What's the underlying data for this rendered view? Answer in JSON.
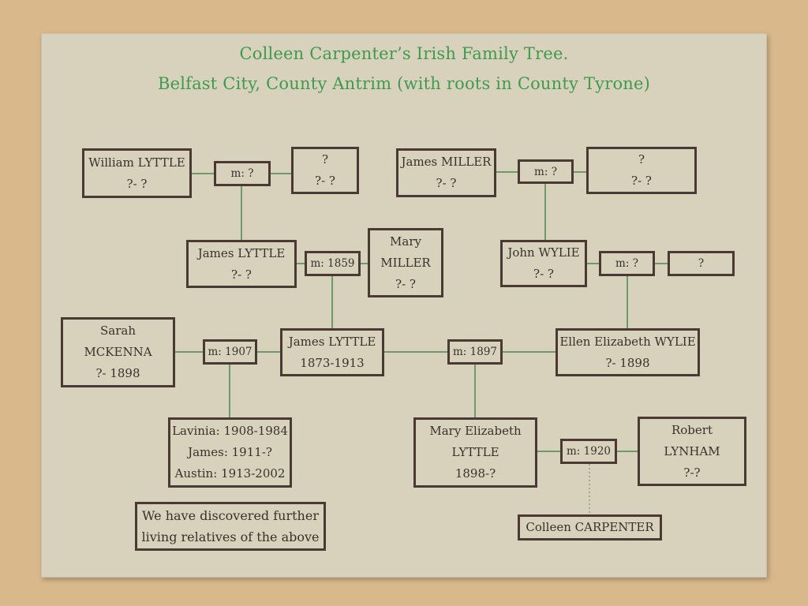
{
  "title": {
    "line1": "Colleen Carpenter’s Irish Family Tree.",
    "line2": "Belfast City, County Antrim (with roots in County Tyrone)"
  },
  "people": {
    "william_lyttle": {
      "name": "William LYTTLE",
      "dates": "?- ?"
    },
    "unknown_1": {
      "name": "?",
      "dates": "?- ?"
    },
    "james_miller": {
      "name": "James MILLER",
      "dates": "?- ?"
    },
    "unknown_2": {
      "name": "?",
      "dates": "?- ?"
    },
    "james_lyttle_sr": {
      "name": "James LYTTLE",
      "dates": "?- ?"
    },
    "mary_miller": {
      "line1": "Mary",
      "line2": "MILLER",
      "dates": "?- ?"
    },
    "john_wylie": {
      "name": "John WYLIE",
      "dates": "?- ?"
    },
    "unknown_3": {
      "name": "?"
    },
    "sarah_mckenna": {
      "line1": "Sarah",
      "line2": "MCKENNA",
      "dates": "?- 1898"
    },
    "james_lyttle": {
      "name": "James LYTTLE",
      "dates": "1873-1913"
    },
    "ellen_wylie": {
      "name": "Ellen Elizabeth WYLIE",
      "dates": "?- 1898"
    },
    "children_1907": {
      "line1": "Lavinia: 1908-1984",
      "line2": "James: 1911-?",
      "line3": "Austin: 1913-2002"
    },
    "mary_elizabeth_lyttle": {
      "line1": "Mary Elizabeth",
      "line2": "LYTTLE",
      "dates": "1898-?"
    },
    "robert_lynham": {
      "line1": "Robert",
      "line2": "LYNHAM",
      "dates": "?-?"
    },
    "colleen_carpenter": {
      "name": "Colleen CARPENTER"
    }
  },
  "marriages": {
    "m_william": "m: ?",
    "m_miller": "m: ?",
    "m_1859": "m: 1859",
    "m_wylie": "m: ?",
    "m_1907": "m: 1907",
    "m_1897": "m: 1897",
    "m_1920": "m: 1920"
  },
  "note": {
    "line1": "We have discovered further",
    "line2": "living relatives of the above"
  },
  "colors": {
    "title": "#3f9a4e",
    "connector": "#6f9a6a",
    "border": "#4a3a33",
    "paper": "#d8d2bd",
    "background": "#d9b98c"
  }
}
